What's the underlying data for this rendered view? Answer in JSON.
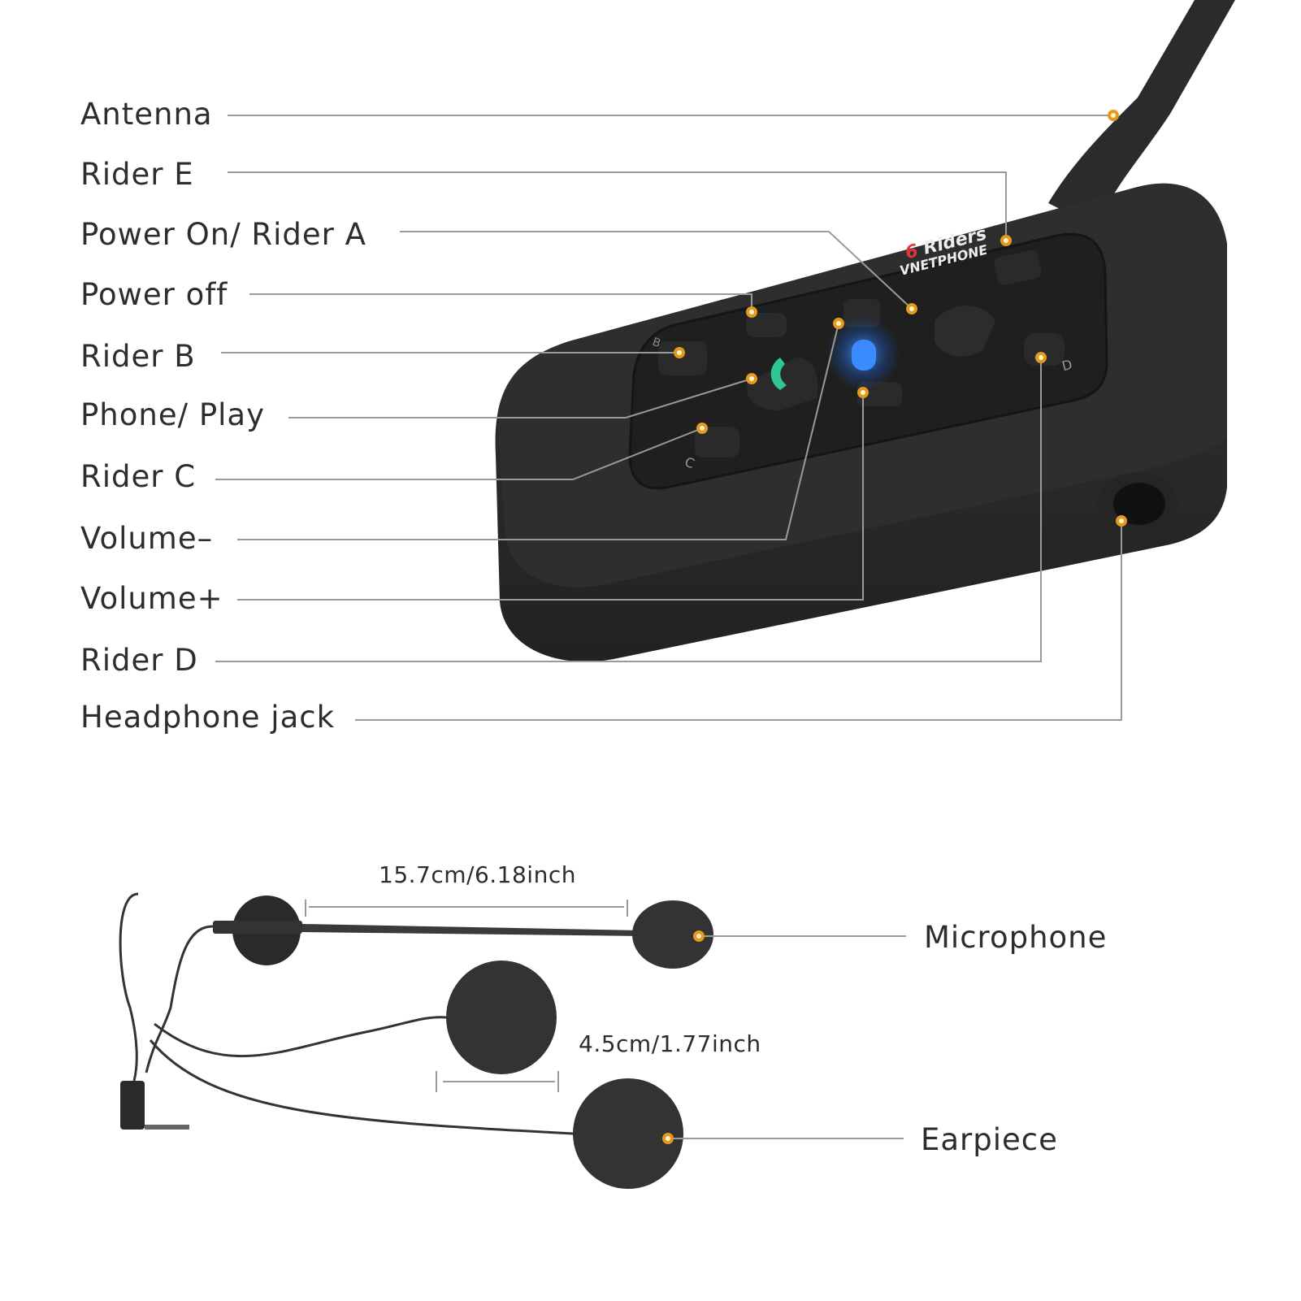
{
  "callouts": [
    {
      "label": "Antenna"
    },
    {
      "label": "Rider E"
    },
    {
      "label": "Power On/ Rider A"
    },
    {
      "label": "Power off"
    },
    {
      "label": "Rider B"
    },
    {
      "label": "Phone/ Play"
    },
    {
      "label": "Rider C"
    },
    {
      "label": "Volume–"
    },
    {
      "label": "Volume+"
    },
    {
      "label": "Rider D"
    },
    {
      "label": "Headphone jack"
    }
  ],
  "device": {
    "brand_count": "6",
    "brand_word": "Riders",
    "brand_name": "VNETPHONE",
    "button_letters": {
      "b": "B",
      "c": "C",
      "d": "D"
    }
  },
  "accessories": {
    "mic_length": "15.7cm/6.18inch",
    "earpiece_diameter": "4.5cm/1.77inch",
    "microphone_label": "Microphone",
    "earpiece_label": "Earpiece"
  },
  "colors": {
    "marker": "#e39a1e",
    "line": "#9a9a9a",
    "device_body": "#2a2a2a",
    "led": "#3a8bff",
    "phone_icon": "#2fc596",
    "brand_red": "#e0353d"
  }
}
